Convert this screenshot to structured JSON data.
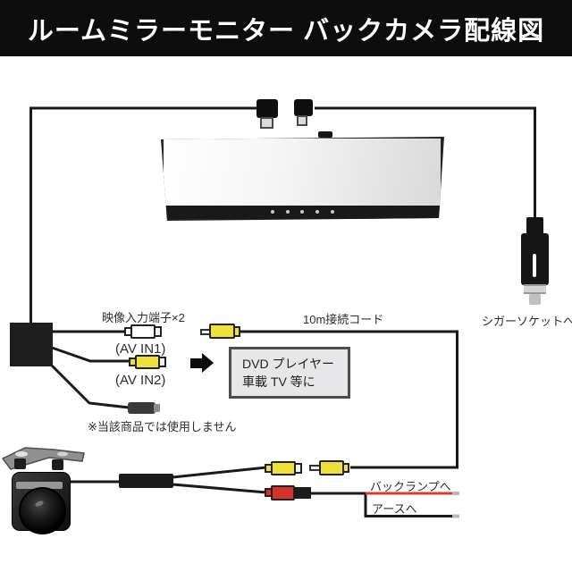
{
  "title": "ルームミラーモニター バックカメラ配線図",
  "labels": {
    "video_input": "映像入力端子×2",
    "av_in1": "(AV IN1)",
    "av_in2": "(AV IN2)",
    "unused_note": "※当該商品では使用しません",
    "cord_10m": "10m接続コード",
    "cigar_socket": "シガーソケットへ",
    "back_lamp": "バックランプへ",
    "ground": "アースへ"
  },
  "dvd_box": {
    "line1": "DVD プレイヤー",
    "line2": "車載 TV 等に"
  },
  "colors": {
    "banner-bg": "#0d0d0d",
    "wire": "#1a1a1a",
    "yellow": "#ede23b",
    "red": "#d3342a",
    "red-wire": "#e03a30",
    "tip-gray": "#b8b8b8",
    "box-fill": "#e7e7e9",
    "box-border": "#4d4d4d",
    "label": "#2d2d2d"
  }
}
